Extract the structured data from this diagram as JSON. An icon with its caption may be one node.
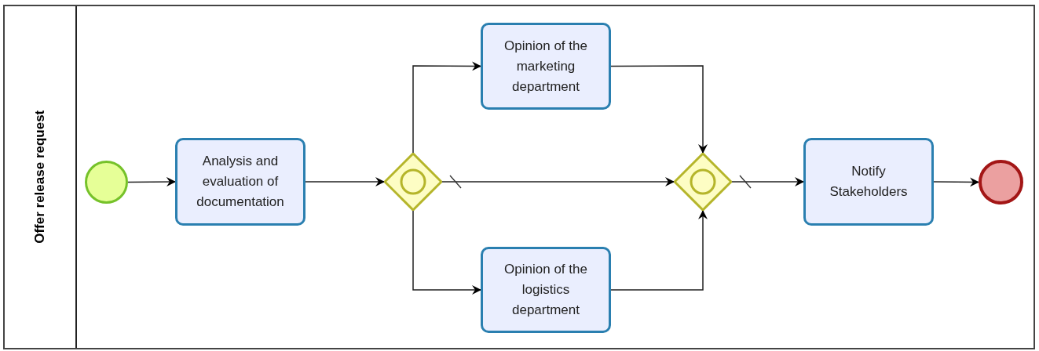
{
  "diagram": {
    "nodes": [
      {
        "text": [
          "Offer release request"
        ]
      },
      {
        "text": [],
        "shape": "circle",
        "in": 0
      },
      {
        "text": [
          "Analysis and evaluation of documentation"
        ],
        "in": 0
      },
      {
        "text": [],
        "shape": "diamond",
        "in": 0
      },
      {
        "text": [
          "Opinion of the marketing department"
        ],
        "in": 0
      },
      {
        "text": [
          "Opinion of the logistics department"
        ],
        "in": 0
      },
      {
        "text": [],
        "shape": "diamond",
        "in": 0
      },
      {
        "text": [
          "Notify Stakeholders"
        ],
        "in": 0
      },
      {
        "text": [],
        "shape": "circle",
        "in": 0
      }
    ],
    "edges": [
      {
        "from": 1,
        "to": 2,
        "arrow": "to"
      },
      {
        "from": 2,
        "to": 3,
        "arrow": "to"
      },
      {
        "from": 3,
        "to": 4,
        "arrow": "to"
      },
      {
        "from": 3,
        "to": 5,
        "arrow": "to"
      },
      {
        "from": 3,
        "to": 6,
        "arrow": "to"
      },
      {
        "from": 4,
        "to": 6,
        "arrow": "to"
      },
      {
        "from": 5,
        "to": 6,
        "arrow": "to"
      },
      {
        "from": 6,
        "to": 7,
        "arrow": "to"
      },
      {
        "from": 7,
        "to": 8,
        "arrow": "to"
      }
    ]
  }
}
